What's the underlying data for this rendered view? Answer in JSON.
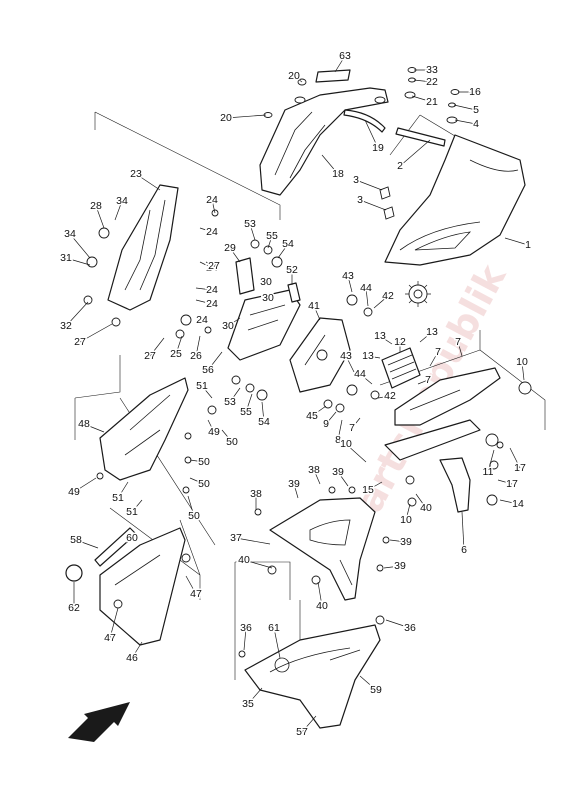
{
  "diagram": {
    "watermark": "PartsRepublik",
    "gear_icon": "gear-icon",
    "direction_icon": "arrow-front-icon",
    "callouts": [
      {
        "id": "63",
        "label": "63"
      },
      {
        "id": "20a",
        "label": "20"
      },
      {
        "id": "20b",
        "label": "20"
      },
      {
        "id": "33",
        "label": "33"
      },
      {
        "id": "22",
        "label": "22"
      },
      {
        "id": "16",
        "label": "16"
      },
      {
        "id": "21",
        "label": "21"
      },
      {
        "id": "5",
        "label": "5"
      },
      {
        "id": "4",
        "label": "4"
      },
      {
        "id": "19",
        "label": "19"
      },
      {
        "id": "18",
        "label": "18"
      },
      {
        "id": "2",
        "label": "2"
      },
      {
        "id": "3a",
        "label": "3"
      },
      {
        "id": "3b",
        "label": "3"
      },
      {
        "id": "1",
        "label": "1"
      },
      {
        "id": "23",
        "label": "23"
      },
      {
        "id": "34a",
        "label": "34"
      },
      {
        "id": "28",
        "label": "28"
      },
      {
        "id": "24a",
        "label": "24"
      },
      {
        "id": "24b",
        "label": "24"
      },
      {
        "id": "24c",
        "label": "24"
      },
      {
        "id": "24d",
        "label": "24"
      },
      {
        "id": "24e",
        "label": "24"
      },
      {
        "id": "24f",
        "label": "24"
      },
      {
        "id": "34b",
        "label": "34"
      },
      {
        "id": "31",
        "label": "31"
      },
      {
        "id": "32",
        "label": "32"
      },
      {
        "id": "27a",
        "label": "27"
      },
      {
        "id": "27b",
        "label": "27"
      },
      {
        "id": "27c",
        "label": "27"
      },
      {
        "id": "53a",
        "label": "53"
      },
      {
        "id": "55a",
        "label": "55"
      },
      {
        "id": "54a",
        "label": "54"
      },
      {
        "id": "29",
        "label": "29"
      },
      {
        "id": "52",
        "label": "52"
      },
      {
        "id": "30a",
        "label": "30"
      },
      {
        "id": "30b",
        "label": "30"
      },
      {
        "id": "30c",
        "label": "30"
      },
      {
        "id": "25",
        "label": "25"
      },
      {
        "id": "26",
        "label": "26"
      },
      {
        "id": "56",
        "label": "56"
      },
      {
        "id": "43a",
        "label": "43"
      },
      {
        "id": "44a",
        "label": "44"
      },
      {
        "id": "42a",
        "label": "42"
      },
      {
        "id": "41",
        "label": "41"
      },
      {
        "id": "13a",
        "label": "13"
      },
      {
        "id": "13b",
        "label": "13"
      },
      {
        "id": "13c",
        "label": "13"
      },
      {
        "id": "43b",
        "label": "43"
      },
      {
        "id": "44b",
        "label": "44"
      },
      {
        "id": "12",
        "label": "12"
      },
      {
        "id": "42b",
        "label": "42"
      },
      {
        "id": "7a",
        "label": "7"
      },
      {
        "id": "7b",
        "label": "7"
      },
      {
        "id": "7c",
        "label": "7"
      },
      {
        "id": "7d",
        "label": "7"
      },
      {
        "id": "10a",
        "label": "10"
      },
      {
        "id": "51a",
        "label": "51"
      },
      {
        "id": "48",
        "label": "48"
      },
      {
        "id": "53b",
        "label": "53"
      },
      {
        "id": "55b",
        "label": "55"
      },
      {
        "id": "54b",
        "label": "54"
      },
      {
        "id": "45",
        "label": "45"
      },
      {
        "id": "9",
        "label": "9"
      },
      {
        "id": "8",
        "label": "8"
      },
      {
        "id": "11",
        "label": "11"
      },
      {
        "id": "17a",
        "label": "17"
      },
      {
        "id": "17b",
        "label": "17"
      },
      {
        "id": "14",
        "label": "14"
      },
      {
        "id": "49a",
        "label": "49"
      },
      {
        "id": "50a",
        "label": "50"
      },
      {
        "id": "50b",
        "label": "50"
      },
      {
        "id": "50c",
        "label": "50"
      },
      {
        "id": "50d",
        "label": "50"
      },
      {
        "id": "49b",
        "label": "49"
      },
      {
        "id": "51b",
        "label": "51"
      },
      {
        "id": "51c",
        "label": "51"
      },
      {
        "id": "10b",
        "label": "10"
      },
      {
        "id": "15",
        "label": "15"
      },
      {
        "id": "38a",
        "label": "38"
      },
      {
        "id": "39a",
        "label": "39"
      },
      {
        "id": "39b",
        "label": "39"
      },
      {
        "id": "38b",
        "label": "38"
      },
      {
        "id": "10c",
        "label": "10"
      },
      {
        "id": "40a",
        "label": "40"
      },
      {
        "id": "6",
        "label": "6"
      },
      {
        "id": "37",
        "label": "37"
      },
      {
        "id": "39c",
        "label": "39"
      },
      {
        "id": "39d",
        "label": "39"
      },
      {
        "id": "40b",
        "label": "40"
      },
      {
        "id": "40c",
        "label": "40"
      },
      {
        "id": "58",
        "label": "58"
      },
      {
        "id": "60",
        "label": "60"
      },
      {
        "id": "62",
        "label": "62"
      },
      {
        "id": "47a",
        "label": "47"
      },
      {
        "id": "47b",
        "label": "47"
      },
      {
        "id": "46",
        "label": "46"
      },
      {
        "id": "36a",
        "label": "36"
      },
      {
        "id": "61",
        "label": "61"
      },
      {
        "id": "36b",
        "label": "36"
      },
      {
        "id": "59",
        "label": "59"
      },
      {
        "id": "35",
        "label": "35"
      },
      {
        "id": "57",
        "label": "57"
      }
    ]
  }
}
